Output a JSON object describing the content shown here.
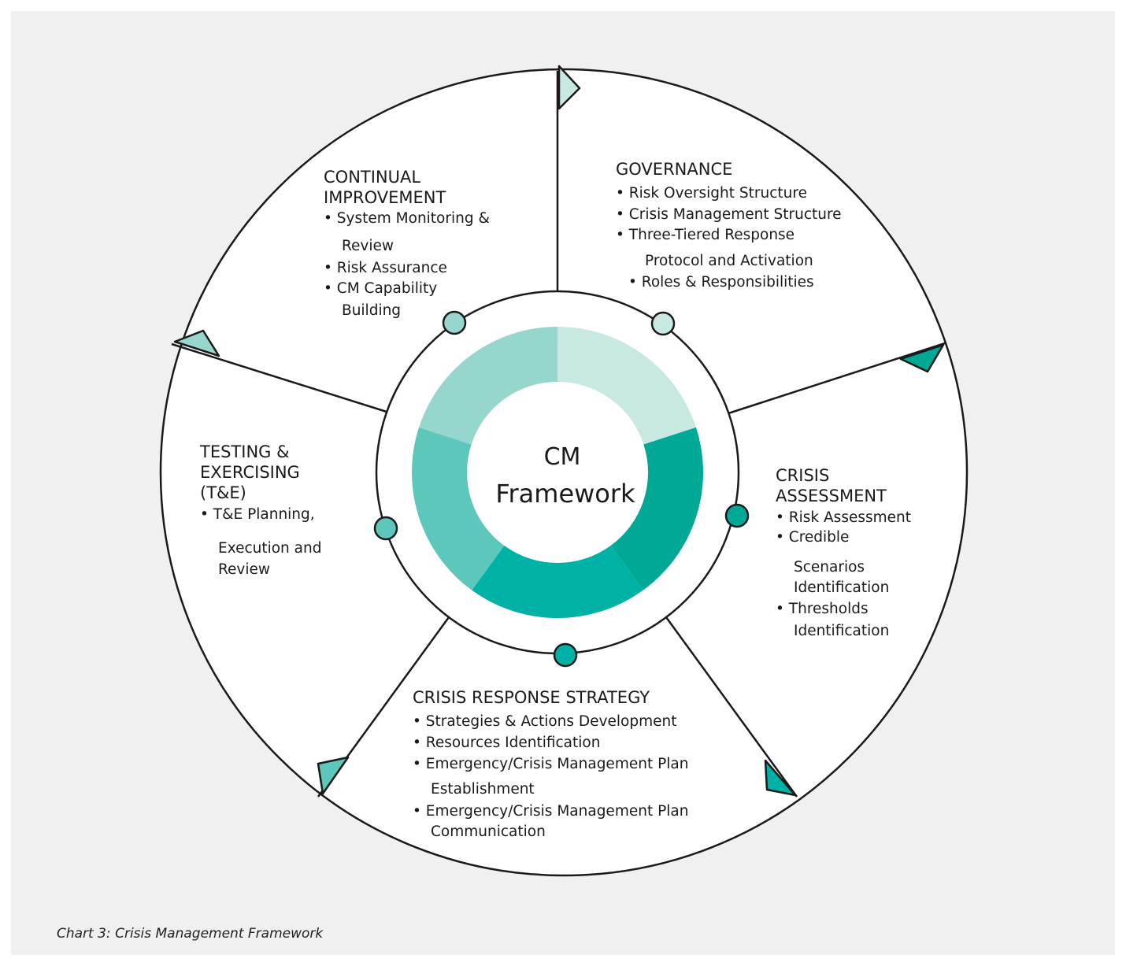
{
  "center": {
    "line1": "CM",
    "line2": "Framework"
  },
  "caption": {
    "prefix": "Chart 3:",
    "text": "Crisis Management Framework"
  },
  "colors": {
    "background": "#f0f0f0",
    "ring_governance": "#c8e8e2",
    "ring_crisis_assessment": "#00a896",
    "ring_response": "#00b2a6",
    "ring_testing": "#5ec7bb",
    "ring_improvement": "#97d6cd"
  },
  "segments": [
    {
      "id": "governance",
      "title": [
        "GOVERNANCE"
      ],
      "items": [
        "• Risk Oversight Structure",
        "• Crisis Management Structure",
        "• Three-Tiered Response",
        "Protocol and Activation",
        "• Roles & Responsibilities"
      ]
    },
    {
      "id": "crisis-assessment",
      "title": [
        "CRISIS",
        "ASSESSMENT"
      ],
      "items": [
        "• Risk Assessment",
        "• Credible",
        "Scenarios",
        "Identification",
        "• Thresholds",
        "Identification"
      ]
    },
    {
      "id": "crisis-response-strategy",
      "title": [
        "CRISIS RESPONSE STRATEGY"
      ],
      "items": [
        "• Strategies & Actions Development",
        "• Resources Identification",
        "• Emergency/Crisis Management Plan",
        "Establishment",
        "• Emergency/Crisis Management Plan",
        "Communication"
      ]
    },
    {
      "id": "testing-exercising",
      "title": [
        "TESTING &",
        "EXERCISING",
        "(T&E)"
      ],
      "items": [
        "• T&E Planning,",
        "Execution and",
        "Review"
      ]
    },
    {
      "id": "continual-improvement",
      "title": [
        "CONTINUAL",
        "IMPROVEMENT"
      ],
      "items": [
        "• System Monitoring &",
        "Review",
        "• Risk Assurance",
        "• CM Capability",
        "Building"
      ]
    }
  ]
}
